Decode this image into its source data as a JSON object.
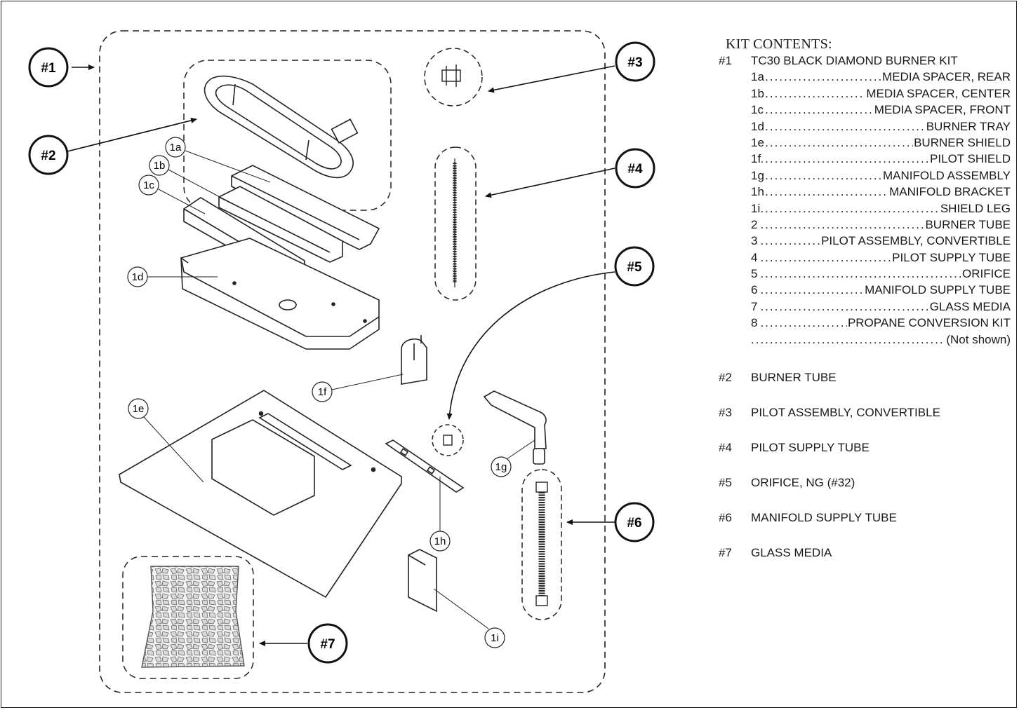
{
  "callouts": {
    "c1": "#1",
    "c2": "#2",
    "c3": "#3",
    "c4": "#4",
    "c5": "#5",
    "c6": "#6",
    "c7": "#7"
  },
  "labels": {
    "l1a": "1a",
    "l1b": "1b",
    "l1c": "1c",
    "l1d": "1d",
    "l1e": "1e",
    "l1f": "1f",
    "l1g": "1g",
    "l1h": "1h",
    "l1i": "1i"
  },
  "legend": {
    "title": "KIT CONTENTS:",
    "main_num": "#1",
    "main_text": "TC30 BLACK DIAMOND BURNER KIT",
    "items": [
      {
        "code": "1a",
        "desc": "MEDIA SPACER, REAR"
      },
      {
        "code": "1b",
        "desc": "MEDIA SPACER, CENTER"
      },
      {
        "code": "1c",
        "desc": "MEDIA SPACER, FRONT"
      },
      {
        "code": "1d",
        "desc": "BURNER TRAY"
      },
      {
        "code": "1e",
        "desc": "BURNER SHIELD"
      },
      {
        "code": "1f",
        "desc": "PILOT SHIELD"
      },
      {
        "code": "1g",
        "desc": "MANIFOLD ASSEMBLY"
      },
      {
        "code": "1h",
        "desc": "MANIFOLD BRACKET"
      },
      {
        "code": "1i",
        "desc": "SHIELD LEG"
      },
      {
        "code": "2",
        "desc": "BURNER TUBE"
      },
      {
        "code": "3",
        "desc": "PILOT ASSEMBLY, CONVERTIBLE"
      },
      {
        "code": "4",
        "desc": "PILOT SUPPLY TUBE"
      },
      {
        "code": "5",
        "desc": "ORIFICE"
      },
      {
        "code": "6",
        "desc": "MANIFOLD SUPPLY TUBE"
      },
      {
        "code": "7",
        "desc": "GLASS MEDIA"
      },
      {
        "code": "8",
        "desc": "PROPANE CONVERSION KIT"
      },
      {
        "code": "",
        "desc": "(Not shown)"
      }
    ],
    "kits": [
      {
        "num": "#2",
        "text": "BURNER TUBE"
      },
      {
        "num": "#3",
        "text": "PILOT ASSEMBLY, CONVERTIBLE"
      },
      {
        "num": "#4",
        "text": "PILOT SUPPLY TUBE"
      },
      {
        "num": "#5",
        "text": "ORIFICE, NG (#32)"
      },
      {
        "num": "#6",
        "text": "MANIFOLD SUPPLY TUBE"
      },
      {
        "num": "#7",
        "text": "GLASS MEDIA"
      }
    ]
  }
}
